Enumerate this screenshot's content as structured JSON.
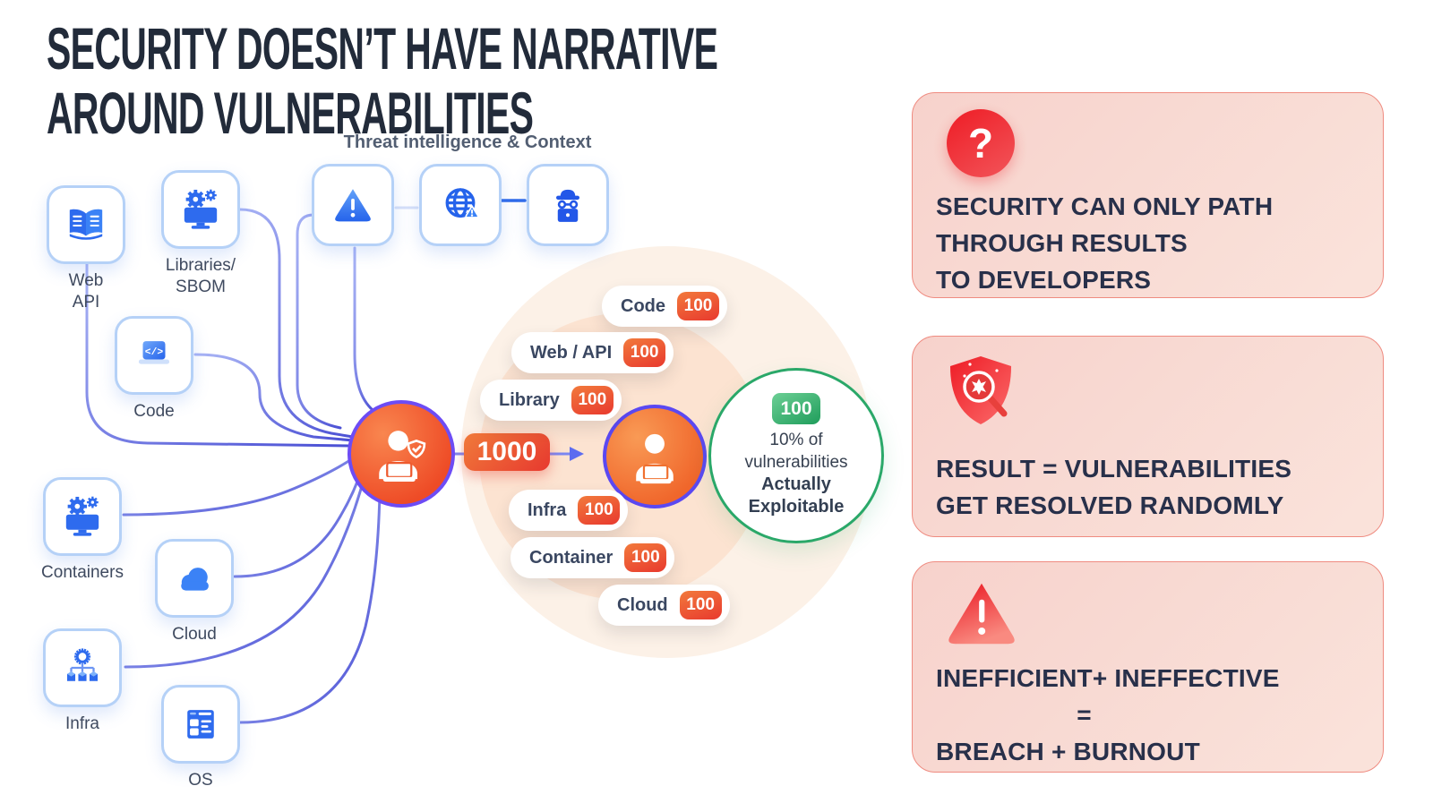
{
  "title": {
    "line1": "SECURITY DOESN’T HAVE NARRATIVE",
    "line2": "AROUND VULNERABILITIES"
  },
  "diagram": {
    "threat_label": "Threat intelligence & Context",
    "sources": [
      {
        "id": "web-api",
        "label": "Web API",
        "icon": "book-icon"
      },
      {
        "id": "libraries",
        "label": "Libraries/\nSBOM",
        "icon": "monitor-gears-icon"
      },
      {
        "id": "code",
        "label": "Code",
        "icon": "laptop-code-icon"
      },
      {
        "id": "containers",
        "label": "Containers",
        "icon": "monitor-gears-icon"
      },
      {
        "id": "cloud",
        "label": "Cloud",
        "icon": "cloud-icon"
      },
      {
        "id": "infra",
        "label": "Infra",
        "icon": "network-cubes-icon"
      },
      {
        "id": "os",
        "label": "OS",
        "icon": "window-icon"
      }
    ],
    "threat_icons": [
      "warning-triangle-icon",
      "globe-alert-icon",
      "hacker-icon"
    ],
    "flow": {
      "total": "1000"
    },
    "categories": [
      {
        "label": "Code",
        "value": "100"
      },
      {
        "label": "Web / API",
        "value": "100"
      },
      {
        "label": "Library",
        "value": "100"
      },
      {
        "label": "Infra",
        "value": "100"
      },
      {
        "label": "Container",
        "value": "100"
      },
      {
        "label": "Cloud",
        "value": "100"
      }
    ],
    "result": {
      "value": "100",
      "line1": "10% of",
      "line2": "vulnerabilities",
      "line3": "Actually",
      "line4": "Exploitable"
    }
  },
  "callouts": [
    {
      "icon": "question-icon",
      "lines": [
        "SECURITY CAN ONLY PATH",
        "THROUGH RESULTS",
        "TO DEVELOPERS"
      ]
    },
    {
      "icon": "shield-search-icon",
      "lines": [
        "RESULT = VULNERABILITIES",
        "GET RESOLVED RANDOMLY"
      ]
    },
    {
      "icon": "alert-triangle-icon",
      "lines": [
        "INEFFICIENT+ INEFFECTIVE",
        "=",
        "BREACH + BURNOUT"
      ]
    }
  ],
  "colors": {
    "title_text": "#222b3a",
    "icon_blue": "#2e6bee",
    "node_border": "#b5d1f7",
    "connector_purple": "#5a55e0",
    "orange_badge": "#e8392e",
    "person_ring": "#6d4cf5",
    "green_accent": "#2aa869",
    "card_border": "#ef8b80",
    "card_bg": "#f8d8d2",
    "alert_red": "#ea1620"
  }
}
